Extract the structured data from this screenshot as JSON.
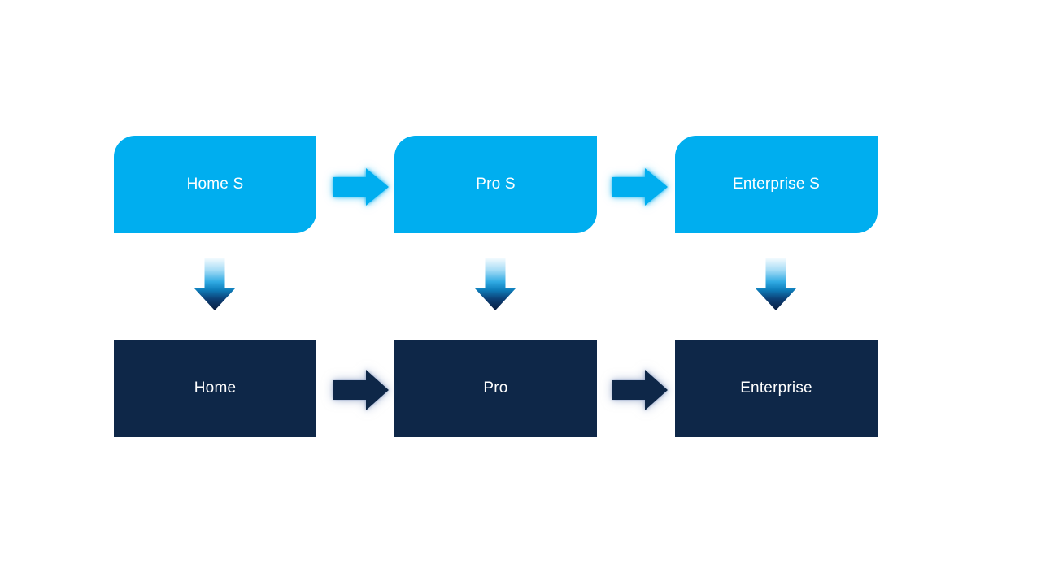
{
  "colors": {
    "background": "#FFFFFF",
    "light_blue": "#00AEEF",
    "dark_navy": "#0E2748",
    "label_text": "#FFFFFF",
    "down_arrow_gradient": {
      "stop0": "#F2FAFE",
      "stop1": "#A8DDF6",
      "stop2": "#30AAE3",
      "stop3": "#0F7FBC",
      "stop4": "#0C4076",
      "stop5": "#091C3E"
    }
  },
  "diagram": {
    "top_row": {
      "style": "light-blue rounded diagonal-corner boxes",
      "nodes": [
        {
          "label": "Home S"
        },
        {
          "label": "Pro S"
        },
        {
          "label": "Enterprise S"
        }
      ]
    },
    "bottom_row": {
      "style": "dark-navy rectangular boxes",
      "nodes": [
        {
          "label": "Home"
        },
        {
          "label": "Pro"
        },
        {
          "label": "Enterprise"
        }
      ]
    },
    "connectors": {
      "horizontal_top": "light-blue glowing right arrows between top boxes",
      "horizontal_bottom": "navy glowing right arrows between bottom boxes",
      "vertical": "gradient down arrows from each top box to bottom box"
    }
  }
}
